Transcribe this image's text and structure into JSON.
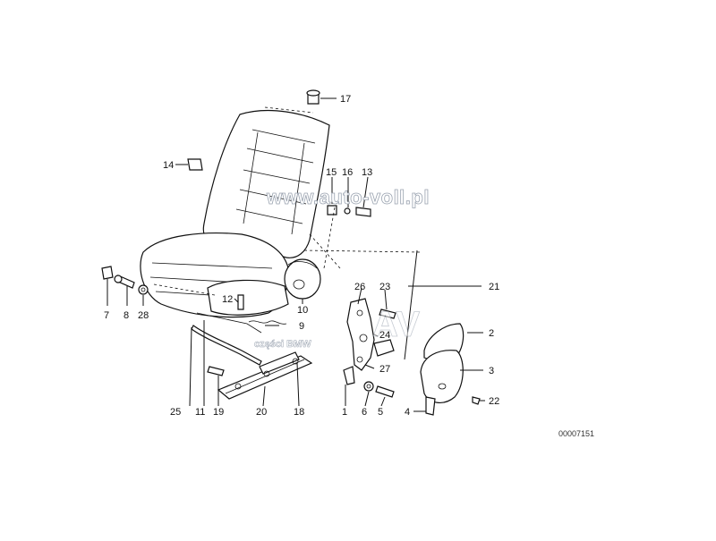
{
  "diagram": {
    "drawing_code": "00007151",
    "watermarks": {
      "site": "www.auto-voll.pl",
      "parts": "części BMW",
      "logo_letters": "AV"
    },
    "callouts": [
      {
        "id": "c17",
        "text": "17"
      },
      {
        "id": "c14",
        "text": "14"
      },
      {
        "id": "c15",
        "text": "15"
      },
      {
        "id": "c16",
        "text": "16"
      },
      {
        "id": "c13",
        "text": "13"
      },
      {
        "id": "c26",
        "text": "26"
      },
      {
        "id": "c23",
        "text": "23"
      },
      {
        "id": "c21",
        "text": "21"
      },
      {
        "id": "c12",
        "text": "12"
      },
      {
        "id": "c10",
        "text": "10"
      },
      {
        "id": "c9",
        "text": "9"
      },
      {
        "id": "c24",
        "text": "24"
      },
      {
        "id": "c2",
        "text": "2"
      },
      {
        "id": "c7",
        "text": "7"
      },
      {
        "id": "c8",
        "text": "8"
      },
      {
        "id": "c28",
        "text": "28"
      },
      {
        "id": "c27",
        "text": "27"
      },
      {
        "id": "c3",
        "text": "3"
      },
      {
        "id": "c22",
        "text": "22"
      },
      {
        "id": "c25",
        "text": "25"
      },
      {
        "id": "c11",
        "text": "11"
      },
      {
        "id": "c19",
        "text": "19"
      },
      {
        "id": "c20",
        "text": "20"
      },
      {
        "id": "c18",
        "text": "18"
      },
      {
        "id": "c1",
        "text": "1"
      },
      {
        "id": "c6",
        "text": "6"
      },
      {
        "id": "c5",
        "text": "5"
      },
      {
        "id": "c4",
        "text": "4"
      }
    ]
  }
}
